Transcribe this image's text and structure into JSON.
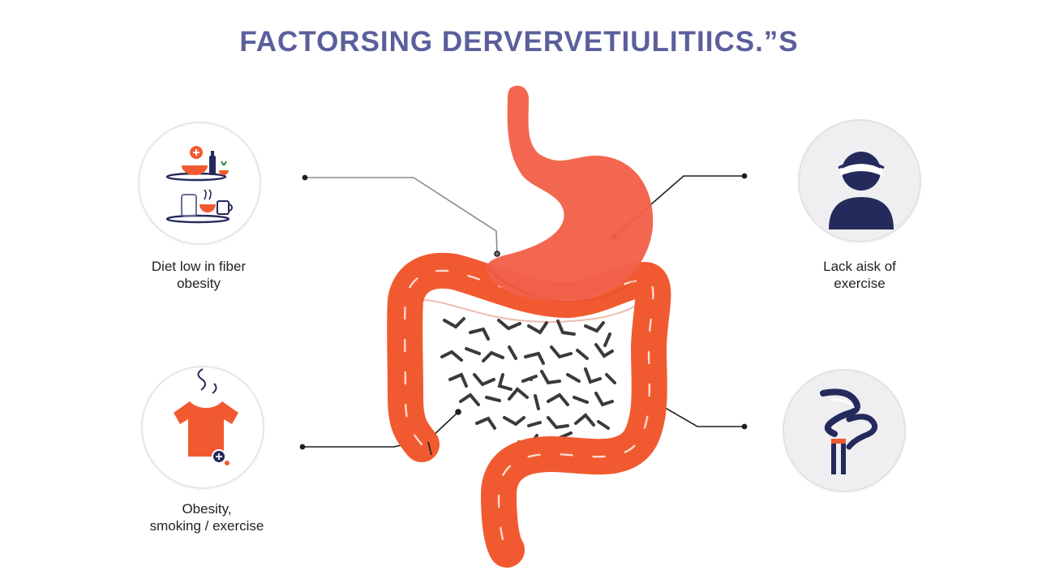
{
  "title": "FACTORSING DERVERVETIULITIICS.”S",
  "factors": [
    {
      "line1": "Diet low in fiber",
      "line2": "obesity",
      "icon": "food-icon"
    },
    {
      "line1": "Obesity,",
      "line2": "smoking / exercise",
      "icon": "tshirt-icon"
    },
    {
      "line1": "Lack aisk of",
      "line2": "exercise",
      "icon": "person-icon"
    },
    {
      "line1": "",
      "line2": "",
      "icon": "smoking-icon"
    }
  ],
  "colors": {
    "title": "#5a5f9c",
    "organ": "#f15a30",
    "stomach": "#f2614a",
    "navy": "#242a5b"
  }
}
